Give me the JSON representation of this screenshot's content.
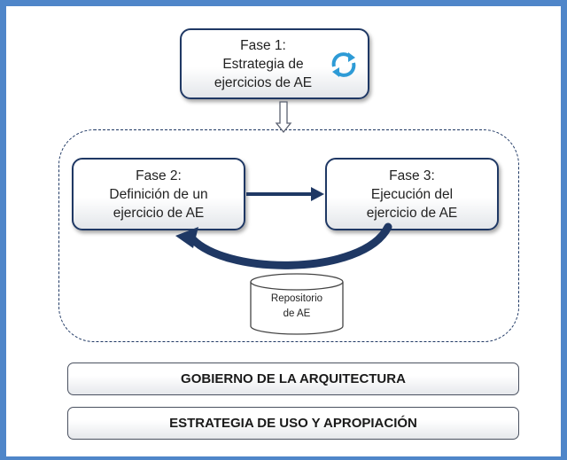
{
  "phases": [
    {
      "title": "Fase 1:",
      "lines": [
        "Estrategia de",
        "ejercicios de AE"
      ]
    },
    {
      "title": "Fase 2:",
      "lines": [
        "Definición de un",
        "ejercicio de AE"
      ]
    },
    {
      "title": "Fase 3:",
      "lines": [
        "Ejecución del",
        "ejercicio de AE"
      ]
    }
  ],
  "repository": {
    "lines": [
      "Repositorio",
      "de AE"
    ]
  },
  "bars": {
    "governance": "GOBIERNO DE LA ARQUITECTURA",
    "strategy": "ESTRATEGIA DE USO Y APROPIACIÓN"
  },
  "colors": {
    "frame_border": "#4f86c9",
    "box_border": "#1f3864",
    "arrow": "#1f3864",
    "cycle_icon": "#2e9bd6"
  },
  "icons": [
    "cycle-icon",
    "down-arrow-icon",
    "right-arrow-icon",
    "return-arrow-icon",
    "database-icon"
  ]
}
